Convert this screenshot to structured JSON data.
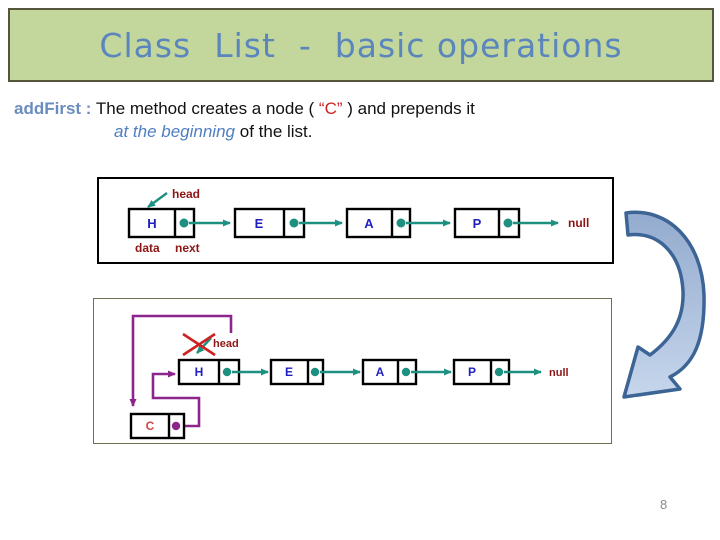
{
  "slide": {
    "title": "Class  List  -  basic operations",
    "page_number": "8"
  },
  "description": {
    "term": "addFirst :",
    "line1_a": "The method creates a node (",
    "line1_c": "“C”",
    "line1_b": ") and prepends it",
    "line2_em": "at the beginning",
    "line2_rest": "of the list."
  },
  "diagram1": {
    "head_label": "head",
    "data_label": "data",
    "next_label": "next",
    "null_label": "null",
    "nodes": [
      "H",
      "E",
      "A",
      "P"
    ]
  },
  "diagram2": {
    "head_label": "head",
    "null_label": "null",
    "nodes": [
      "H",
      "E",
      "A",
      "P"
    ],
    "new_node": "C"
  },
  "colors": {
    "title_background": "#c3d69b",
    "title_border": "#55553b",
    "title_text": "#5b86bd",
    "term_blue": "#6a8cbe",
    "emphasis_blue": "#4f7ec2",
    "value_red": "#cc2222",
    "label_dark_red": "#8e1515",
    "node_letter_blue": "#2020c0",
    "new_node_red": "#d04545",
    "pointer_teal": "#1e9080",
    "pointer_purple": "#8d268c",
    "big_arrow_fill_top": "#93abce",
    "big_arrow_fill_bottom": "#c6d6ec",
    "big_arrow_stroke": "#3c6494"
  }
}
